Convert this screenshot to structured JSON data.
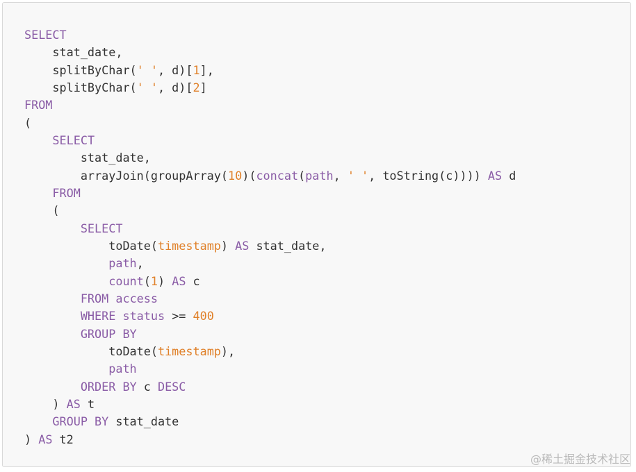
{
  "code_block": {
    "language": "sql",
    "colors": {
      "background": "#f8f8f8",
      "keyword": "#8a5ca6",
      "number": "#e0812a",
      "string": "#e0812a",
      "text": "#333333"
    },
    "lines": [
      [
        {
          "t": "SELECT",
          "c": "kw"
        }
      ],
      [
        {
          "t": "    stat_date,",
          "c": ""
        }
      ],
      [
        {
          "t": "    splitByChar(",
          "c": ""
        },
        {
          "t": "' '",
          "c": "str"
        },
        {
          "t": ", d)[",
          "c": ""
        },
        {
          "t": "1",
          "c": "num"
        },
        {
          "t": "],",
          "c": ""
        }
      ],
      [
        {
          "t": "    splitByChar(",
          "c": ""
        },
        {
          "t": "' '",
          "c": "str"
        },
        {
          "t": ", d)[",
          "c": ""
        },
        {
          "t": "2",
          "c": "num"
        },
        {
          "t": "]",
          "c": ""
        }
      ],
      [
        {
          "t": "FROM",
          "c": "kw"
        }
      ],
      [
        {
          "t": "(",
          "c": ""
        }
      ],
      [
        {
          "t": "    ",
          "c": ""
        },
        {
          "t": "SELECT",
          "c": "kw"
        }
      ],
      [
        {
          "t": "        stat_date,",
          "c": ""
        }
      ],
      [
        {
          "t": "        arrayJoin(groupArray(",
          "c": ""
        },
        {
          "t": "10",
          "c": "num"
        },
        {
          "t": ")(",
          "c": ""
        },
        {
          "t": "concat",
          "c": "fn2"
        },
        {
          "t": "(",
          "c": ""
        },
        {
          "t": "path",
          "c": "id2"
        },
        {
          "t": ", ",
          "c": ""
        },
        {
          "t": "' '",
          "c": "str"
        },
        {
          "t": ", toString(c)))) ",
          "c": ""
        },
        {
          "t": "AS",
          "c": "kw"
        },
        {
          "t": " d",
          "c": ""
        }
      ],
      [
        {
          "t": "    ",
          "c": ""
        },
        {
          "t": "FROM",
          "c": "kw"
        }
      ],
      [
        {
          "t": "    (",
          "c": ""
        }
      ],
      [
        {
          "t": "        ",
          "c": ""
        },
        {
          "t": "SELECT",
          "c": "kw"
        }
      ],
      [
        {
          "t": "            toDate(",
          "c": ""
        },
        {
          "t": "timestamp",
          "c": "ts"
        },
        {
          "t": ") ",
          "c": ""
        },
        {
          "t": "AS",
          "c": "kw"
        },
        {
          "t": " stat_date,",
          "c": ""
        }
      ],
      [
        {
          "t": "            ",
          "c": ""
        },
        {
          "t": "path",
          "c": "id2"
        },
        {
          "t": ",",
          "c": ""
        }
      ],
      [
        {
          "t": "            ",
          "c": ""
        },
        {
          "t": "count",
          "c": "fn2"
        },
        {
          "t": "(",
          "c": ""
        },
        {
          "t": "1",
          "c": "num"
        },
        {
          "t": ") ",
          "c": ""
        },
        {
          "t": "AS",
          "c": "kw"
        },
        {
          "t": " c",
          "c": ""
        }
      ],
      [
        {
          "t": "        ",
          "c": ""
        },
        {
          "t": "FROM",
          "c": "kw"
        },
        {
          "t": " ",
          "c": ""
        },
        {
          "t": "access",
          "c": "id2"
        }
      ],
      [
        {
          "t": "        ",
          "c": ""
        },
        {
          "t": "WHERE",
          "c": "kw"
        },
        {
          "t": " ",
          "c": ""
        },
        {
          "t": "status",
          "c": "id2"
        },
        {
          "t": " >= ",
          "c": ""
        },
        {
          "t": "400",
          "c": "num"
        }
      ],
      [
        {
          "t": "        ",
          "c": ""
        },
        {
          "t": "GROUP BY",
          "c": "kw"
        }
      ],
      [
        {
          "t": "            toDate(",
          "c": ""
        },
        {
          "t": "timestamp",
          "c": "ts"
        },
        {
          "t": "),",
          "c": ""
        }
      ],
      [
        {
          "t": "            ",
          "c": ""
        },
        {
          "t": "path",
          "c": "id2"
        }
      ],
      [
        {
          "t": "        ",
          "c": ""
        },
        {
          "t": "ORDER BY",
          "c": "kw"
        },
        {
          "t": " c ",
          "c": ""
        },
        {
          "t": "DESC",
          "c": "kw"
        }
      ],
      [
        {
          "t": "    ) ",
          "c": ""
        },
        {
          "t": "AS",
          "c": "kw"
        },
        {
          "t": " t",
          "c": ""
        }
      ],
      [
        {
          "t": "    ",
          "c": ""
        },
        {
          "t": "GROUP BY",
          "c": "kw"
        },
        {
          "t": " stat_date",
          "c": ""
        }
      ],
      [
        {
          "t": ") ",
          "c": ""
        },
        {
          "t": "AS",
          "c": "kw"
        },
        {
          "t": " t2",
          "c": ""
        }
      ]
    ]
  },
  "watermark": {
    "text": "@稀土掘金技术社区"
  }
}
